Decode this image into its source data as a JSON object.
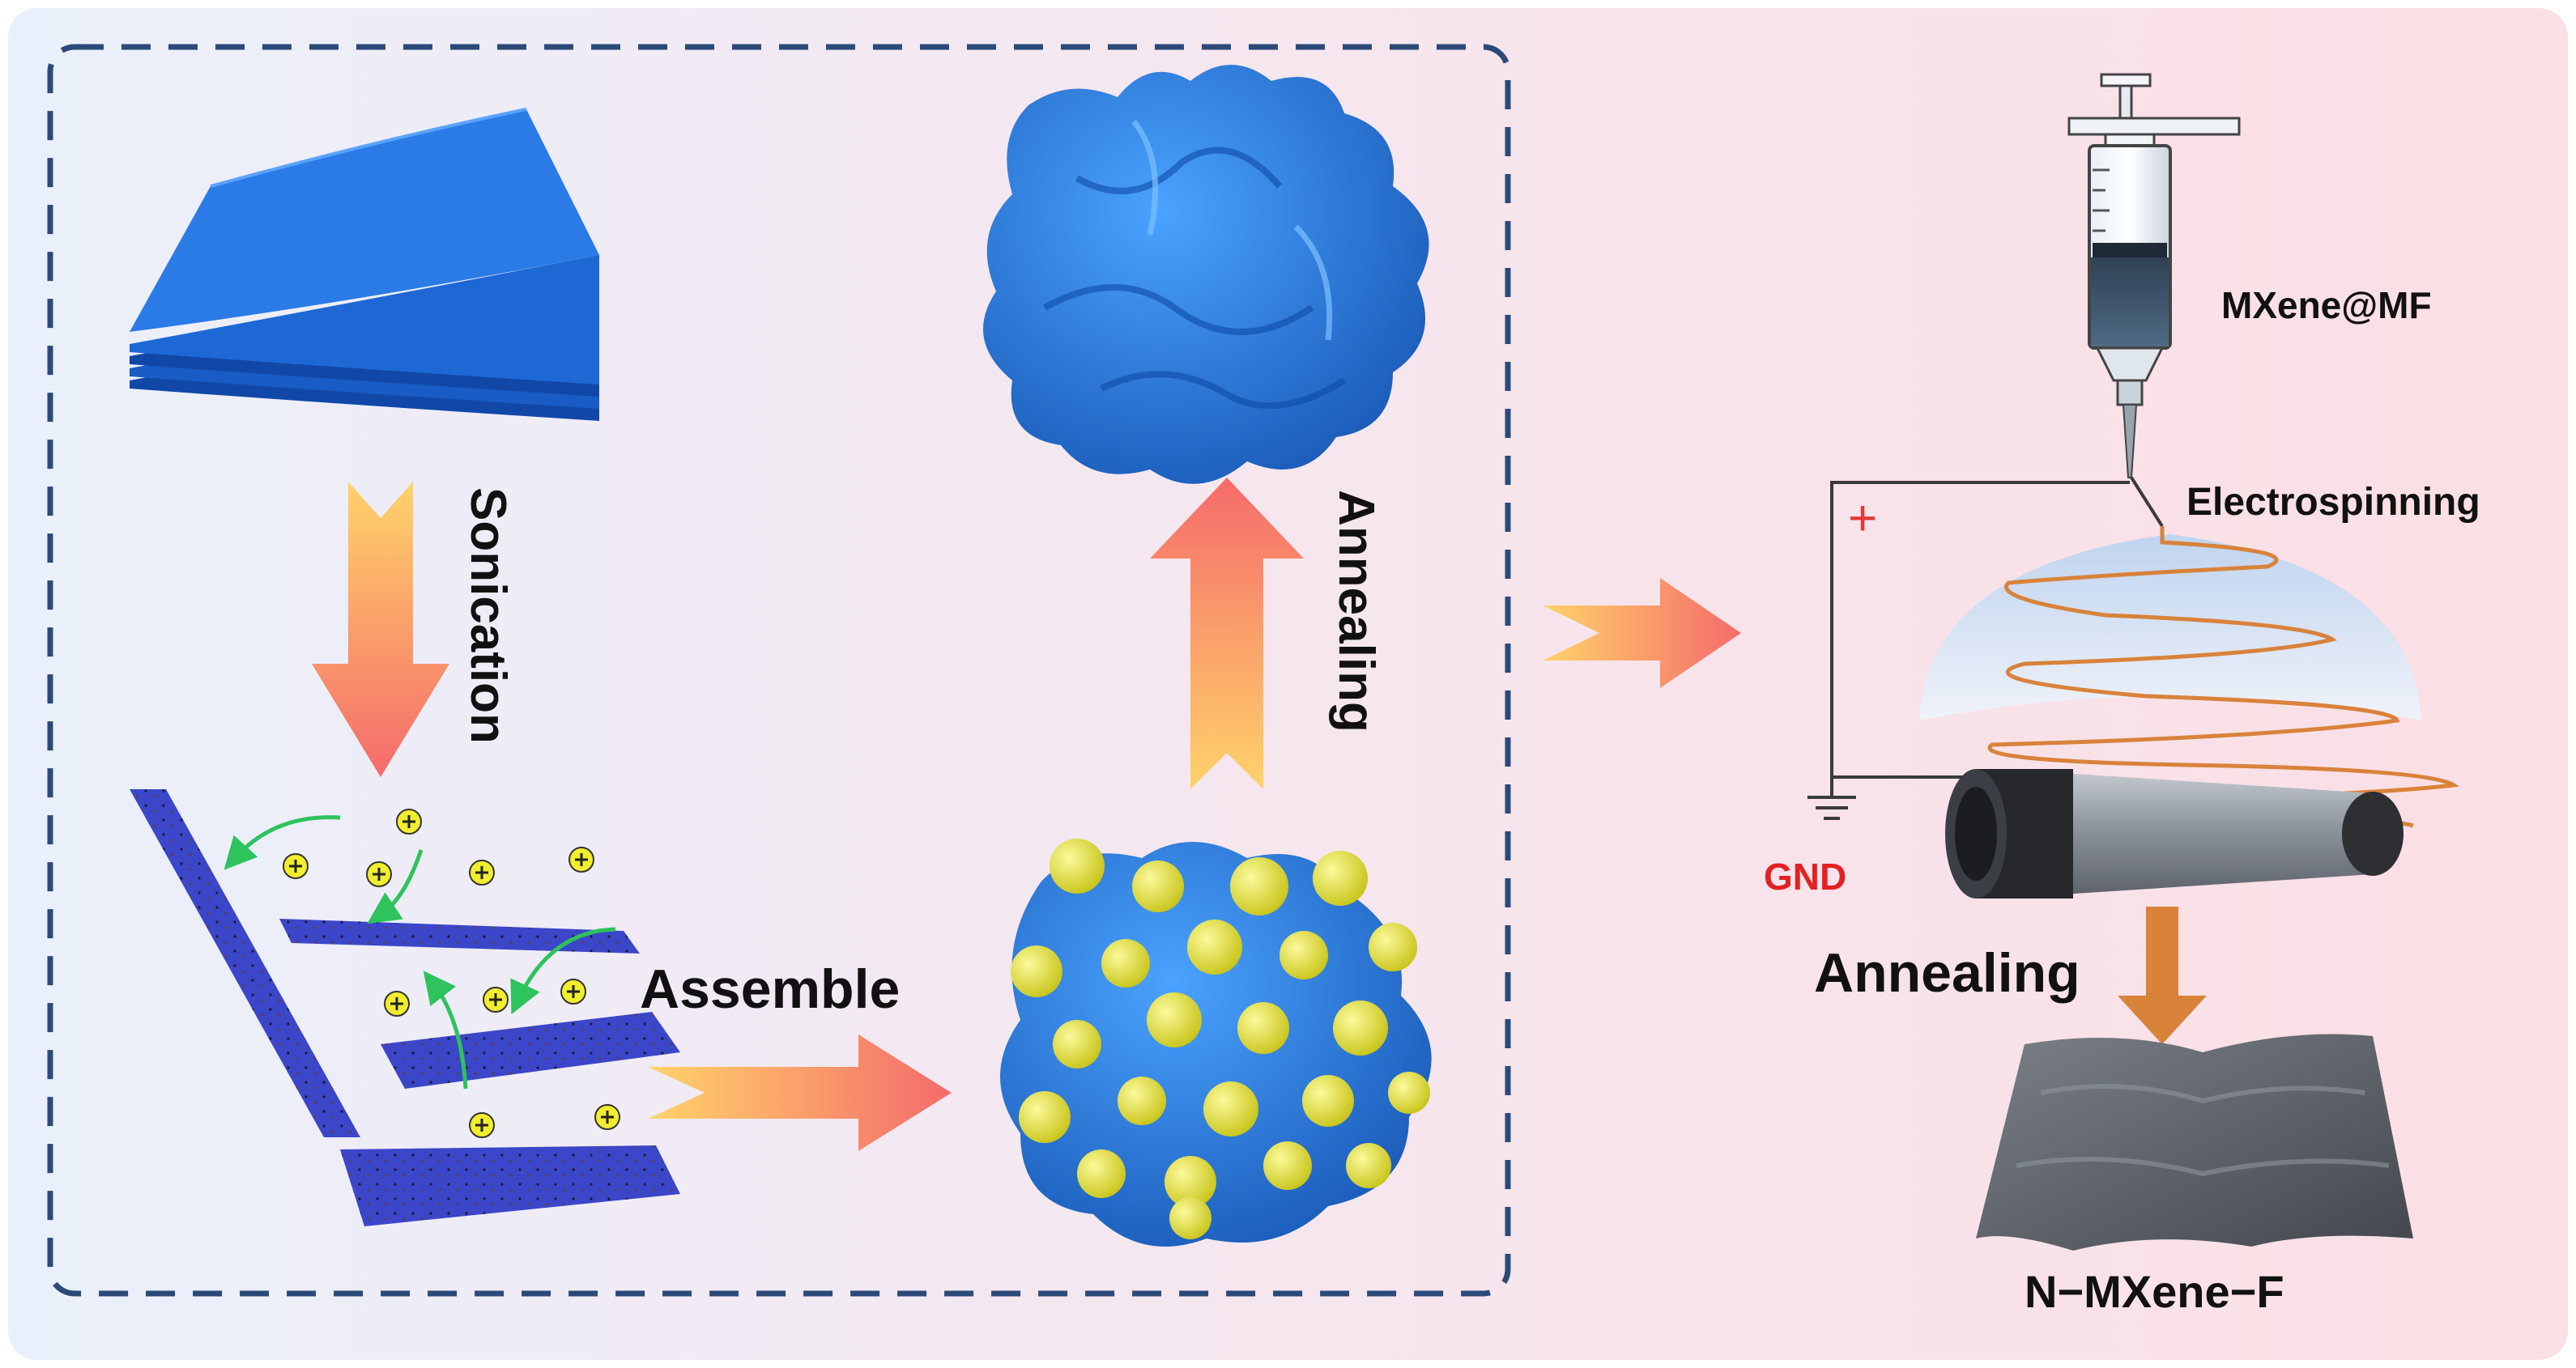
{
  "labels": {
    "sonication": "Sonication",
    "annealing_vertical": "Annealing",
    "assemble": "Assemble",
    "mxene_mf": "MXene@MF",
    "electrospinning": "Electrospinning",
    "plus_sign": "+",
    "gnd": "GND",
    "annealing_horizontal": "Annealing",
    "n_mxene_f": "N−MXene−F"
  },
  "colors": {
    "background_left": "#eaf0fb",
    "background_right": "#fadfe4",
    "dashed_border": "#2b4a78",
    "mxene_blue": "#1f6fd6",
    "sheet_blue": "#3b46c9",
    "particle_yellow": "#e3e030",
    "arrow_start": "#ffd36a",
    "arrow_end": "#f56b6b",
    "green_arrow": "#2ec35c",
    "fiber_orange": "#d9823a",
    "film_gray": "#5b5f66",
    "gnd_red": "#e32121",
    "plus_red": "#e23a3a"
  },
  "icons": [
    "syringe-icon",
    "collector-drum-icon",
    "ground-symbol-icon",
    "taylor-cone-icon"
  ]
}
